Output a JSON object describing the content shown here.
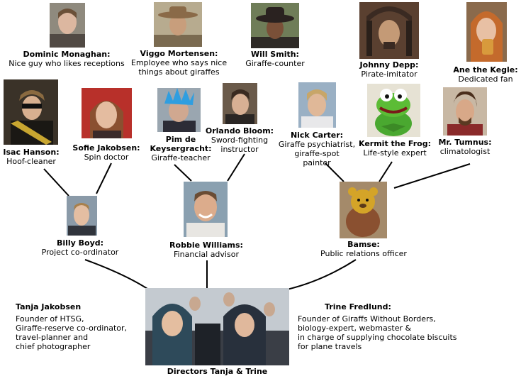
{
  "people": {
    "dominic": {
      "name": "Dominic Monaghan:",
      "role": [
        "Nice guy who likes receptions"
      ]
    },
    "viggo": {
      "name": "Viggo Mortensen:",
      "role": [
        "Employee who says nice",
        "things about giraffes"
      ]
    },
    "will": {
      "name": "Will Smith:",
      "role": [
        "Giraffe-counter"
      ]
    },
    "johnny": {
      "name": "Johnny Depp:",
      "role": [
        "Pirate-imitator"
      ]
    },
    "ane": {
      "name": "Ane the Kegle:",
      "role": [
        "Dedicated fan"
      ]
    },
    "isac": {
      "name": "Isac Hanson:",
      "role": [
        "Hoof-cleaner"
      ]
    },
    "sofie": {
      "name": "Sofie Jakobsen:",
      "role": [
        "Spin doctor"
      ]
    },
    "pim": {
      "name": [
        "Pim de",
        "Keysergracht:"
      ],
      "role": [
        "Giraffe-teacher"
      ]
    },
    "orlando": {
      "name": "Orlando Bloom:",
      "role": [
        "Sword-fighting",
        "instructor"
      ]
    },
    "nick": {
      "name": "Nick Carter:",
      "role": [
        "Giraffe psychiatrist,",
        "giraffe-spot",
        "painter"
      ]
    },
    "kermit": {
      "name": "Kermit the Frog:",
      "role": [
        "Life-style expert"
      ]
    },
    "tumnus": {
      "name": "Mr. Tumnus:",
      "role": [
        "climatologist"
      ]
    },
    "billy": {
      "name": "Billy Boyd:",
      "role": [
        "Project co-ordinator"
      ]
    },
    "robbie": {
      "name": "Robbie Williams:",
      "role": [
        "Financial advisor"
      ]
    },
    "bamse": {
      "name": "Bamse:",
      "role": [
        "Public relations officer"
      ]
    },
    "directors": {
      "name": "Directors Tanja & Trine"
    }
  },
  "tanja": {
    "name": "Tanja Jakobsen",
    "lines": [
      "Founder of HTSG,",
      "Giraffe-reserve co-ordinator,",
      "travel-planner and",
      "chief photographer"
    ]
  },
  "trine": {
    "name": "Trine Fredlund:",
    "lines": [
      "Founder of Giraffs Without Borders,",
      "biology-expert, webmaster &",
      "in charge of supplying chocolate biscuits",
      "for plane travels"
    ]
  }
}
